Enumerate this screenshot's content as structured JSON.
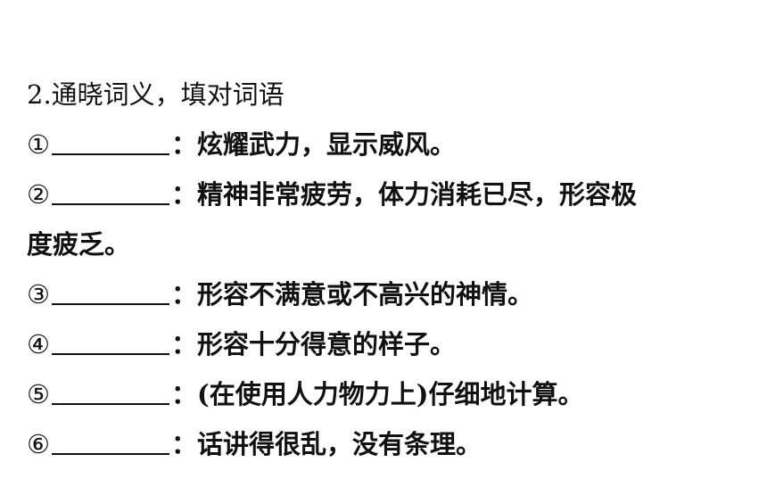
{
  "title": "2.通晓词义，填对词语",
  "items": [
    {
      "marker": "①",
      "separator": "：",
      "text": "炫耀武力，显示威风。"
    },
    {
      "marker": "②",
      "separator": "：",
      "text": "精神非常疲劳，体力消耗已尽，形容极",
      "continuation": "度疲乏。"
    },
    {
      "marker": "③",
      "separator": "：",
      "text": "形容不满意或不高兴的神情。"
    },
    {
      "marker": "④",
      "separator": "：",
      "text": "形容十分得意的样子。"
    },
    {
      "marker": "⑤",
      "separator": "：",
      "text": "(在使用人力物力上)仔细地计算。"
    },
    {
      "marker": "⑥",
      "separator": "：",
      "text": "话讲得很乱，没有条理。"
    }
  ]
}
